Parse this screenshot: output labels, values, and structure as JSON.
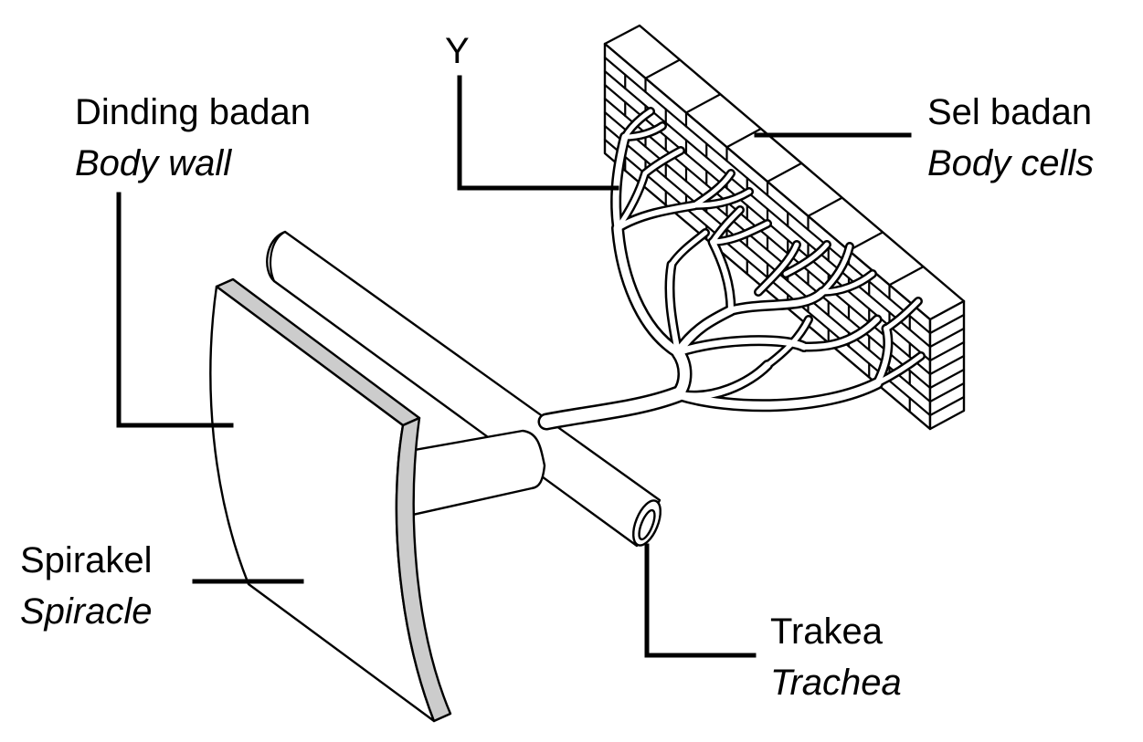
{
  "labels": {
    "y": "Y",
    "body_wall": {
      "malay": "Dinding badan",
      "english": "Body wall"
    },
    "body_cells": {
      "malay": "Sel badan",
      "english": "Body cells"
    },
    "spiracle": {
      "malay": "Spirakel",
      "english": "Spiracle"
    },
    "trachea": {
      "malay": "Trakea",
      "english": "Trachea"
    }
  },
  "colors": {
    "line": "#000000",
    "background": "#ffffff",
    "wall_edge": "#cccccc"
  }
}
